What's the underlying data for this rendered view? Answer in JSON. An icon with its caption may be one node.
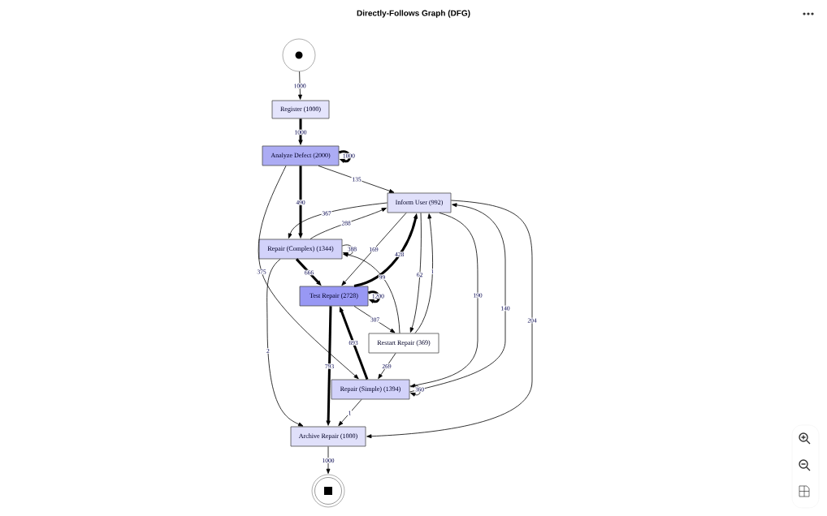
{
  "diagram": {
    "title": "Directly-Follows Graph (DFG)",
    "nodes": [
      {
        "text": [],
        "shape": "circle"
      },
      {
        "text": [
          "Register (1000)"
        ]
      },
      {
        "text": [
          "Analyze Defect (2000)"
        ]
      },
      {
        "text": [
          "Inform User (992)"
        ]
      },
      {
        "text": [
          "Repair (Complex) (1344)"
        ]
      },
      {
        "text": [
          "Test Repair (2728)"
        ]
      },
      {
        "text": [
          "Restart Repair (369)"
        ]
      },
      {
        "text": [
          "Repair (Simple) (1394)"
        ]
      },
      {
        "text": [
          "Archive Repair (1000)"
        ]
      },
      {
        "text": [],
        "shape": "circle"
      }
    ],
    "edges": [
      {
        "from": 0,
        "to": 1,
        "arrow": "to",
        "label": "1000"
      },
      {
        "from": 1,
        "to": 2,
        "arrow": "to",
        "label": "1000",
        "style": "thick"
      },
      {
        "from": 2,
        "to": 2,
        "arrow": "to",
        "label": "1000",
        "style": "thick"
      },
      {
        "from": 2,
        "to": 3,
        "arrow": "to",
        "label": "135"
      },
      {
        "from": 2,
        "to": 4,
        "arrow": "to",
        "label": "490",
        "style": "thick"
      },
      {
        "from": 2,
        "to": 7,
        "arrow": "to",
        "label": "375"
      },
      {
        "from": 3,
        "to": 4,
        "arrow": "to",
        "label": "367"
      },
      {
        "from": 4,
        "to": 3,
        "arrow": "to",
        "label": "288"
      },
      {
        "from": 4,
        "to": 4,
        "arrow": "to",
        "label": "388"
      },
      {
        "from": 4,
        "to": 5,
        "arrow": "to",
        "label": "666",
        "style": "thick"
      },
      {
        "from": 4,
        "to": 8,
        "arrow": "to",
        "label": "2"
      },
      {
        "from": 3,
        "to": 5,
        "arrow": "to",
        "label": "169"
      },
      {
        "from": 5,
        "to": 3,
        "arrow": "to",
        "label": "428",
        "style": "thick"
      },
      {
        "from": 3,
        "to": 6,
        "arrow": "to",
        "label": "62"
      },
      {
        "from": 6,
        "to": 3,
        "arrow": "to",
        "label": "1"
      },
      {
        "from": 5,
        "to": 5,
        "arrow": "to",
        "label": "1200",
        "style": "thick"
      },
      {
        "from": 5,
        "to": 6,
        "arrow": "to",
        "label": "307"
      },
      {
        "from": 6,
        "to": 4,
        "arrow": "to",
        "label": "99"
      },
      {
        "from": 5,
        "to": 8,
        "arrow": "to",
        "label": "793",
        "style": "thick"
      },
      {
        "from": 7,
        "to": 5,
        "arrow": "to",
        "label": "693",
        "style": "thick"
      },
      {
        "from": 6,
        "to": 7,
        "arrow": "to",
        "label": "269"
      },
      {
        "from": 3,
        "to": 7,
        "arrow": "to",
        "label": "190"
      },
      {
        "from": 7,
        "to": 3,
        "arrow": "to",
        "label": "140"
      },
      {
        "from": 7,
        "to": 7,
        "arrow": "to",
        "label": "360"
      },
      {
        "from": 7,
        "to": 8,
        "arrow": "to",
        "label": "1"
      },
      {
        "from": 3,
        "to": 8,
        "arrow": "to",
        "label": "204"
      },
      {
        "from": 8,
        "to": 9,
        "arrow": "to",
        "label": "1000"
      }
    ]
  }
}
